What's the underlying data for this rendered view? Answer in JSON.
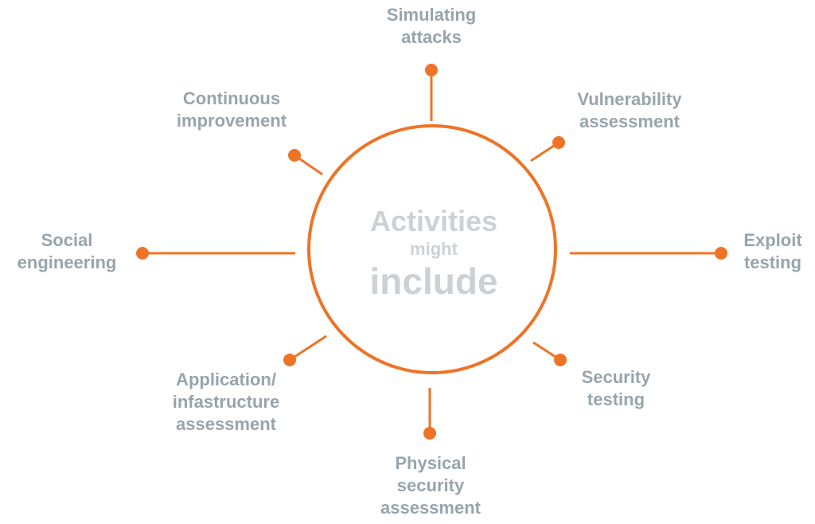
{
  "center": {
    "line1": "Activities",
    "line2": "might",
    "line3": "include"
  },
  "activities": [
    {
      "lines": [
        "Simulating",
        "attacks"
      ]
    },
    {
      "lines": [
        "Vulnerability",
        "assessment"
      ]
    },
    {
      "lines": [
        "Exploit",
        "testing"
      ]
    },
    {
      "lines": [
        "Security",
        "testing"
      ]
    },
    {
      "lines": [
        "Physical",
        "security",
        "assessment"
      ]
    },
    {
      "lines": [
        "Application/",
        "infastructure",
        "assessment"
      ]
    },
    {
      "lines": [
        "Social",
        "engineering"
      ]
    },
    {
      "lines": [
        "Continuous",
        "improvement"
      ]
    }
  ],
  "colors": {
    "accent": "#ee7326",
    "label": "#98a4ab",
    "center_text": "#ccd1d5",
    "background": "#ffffff"
  }
}
